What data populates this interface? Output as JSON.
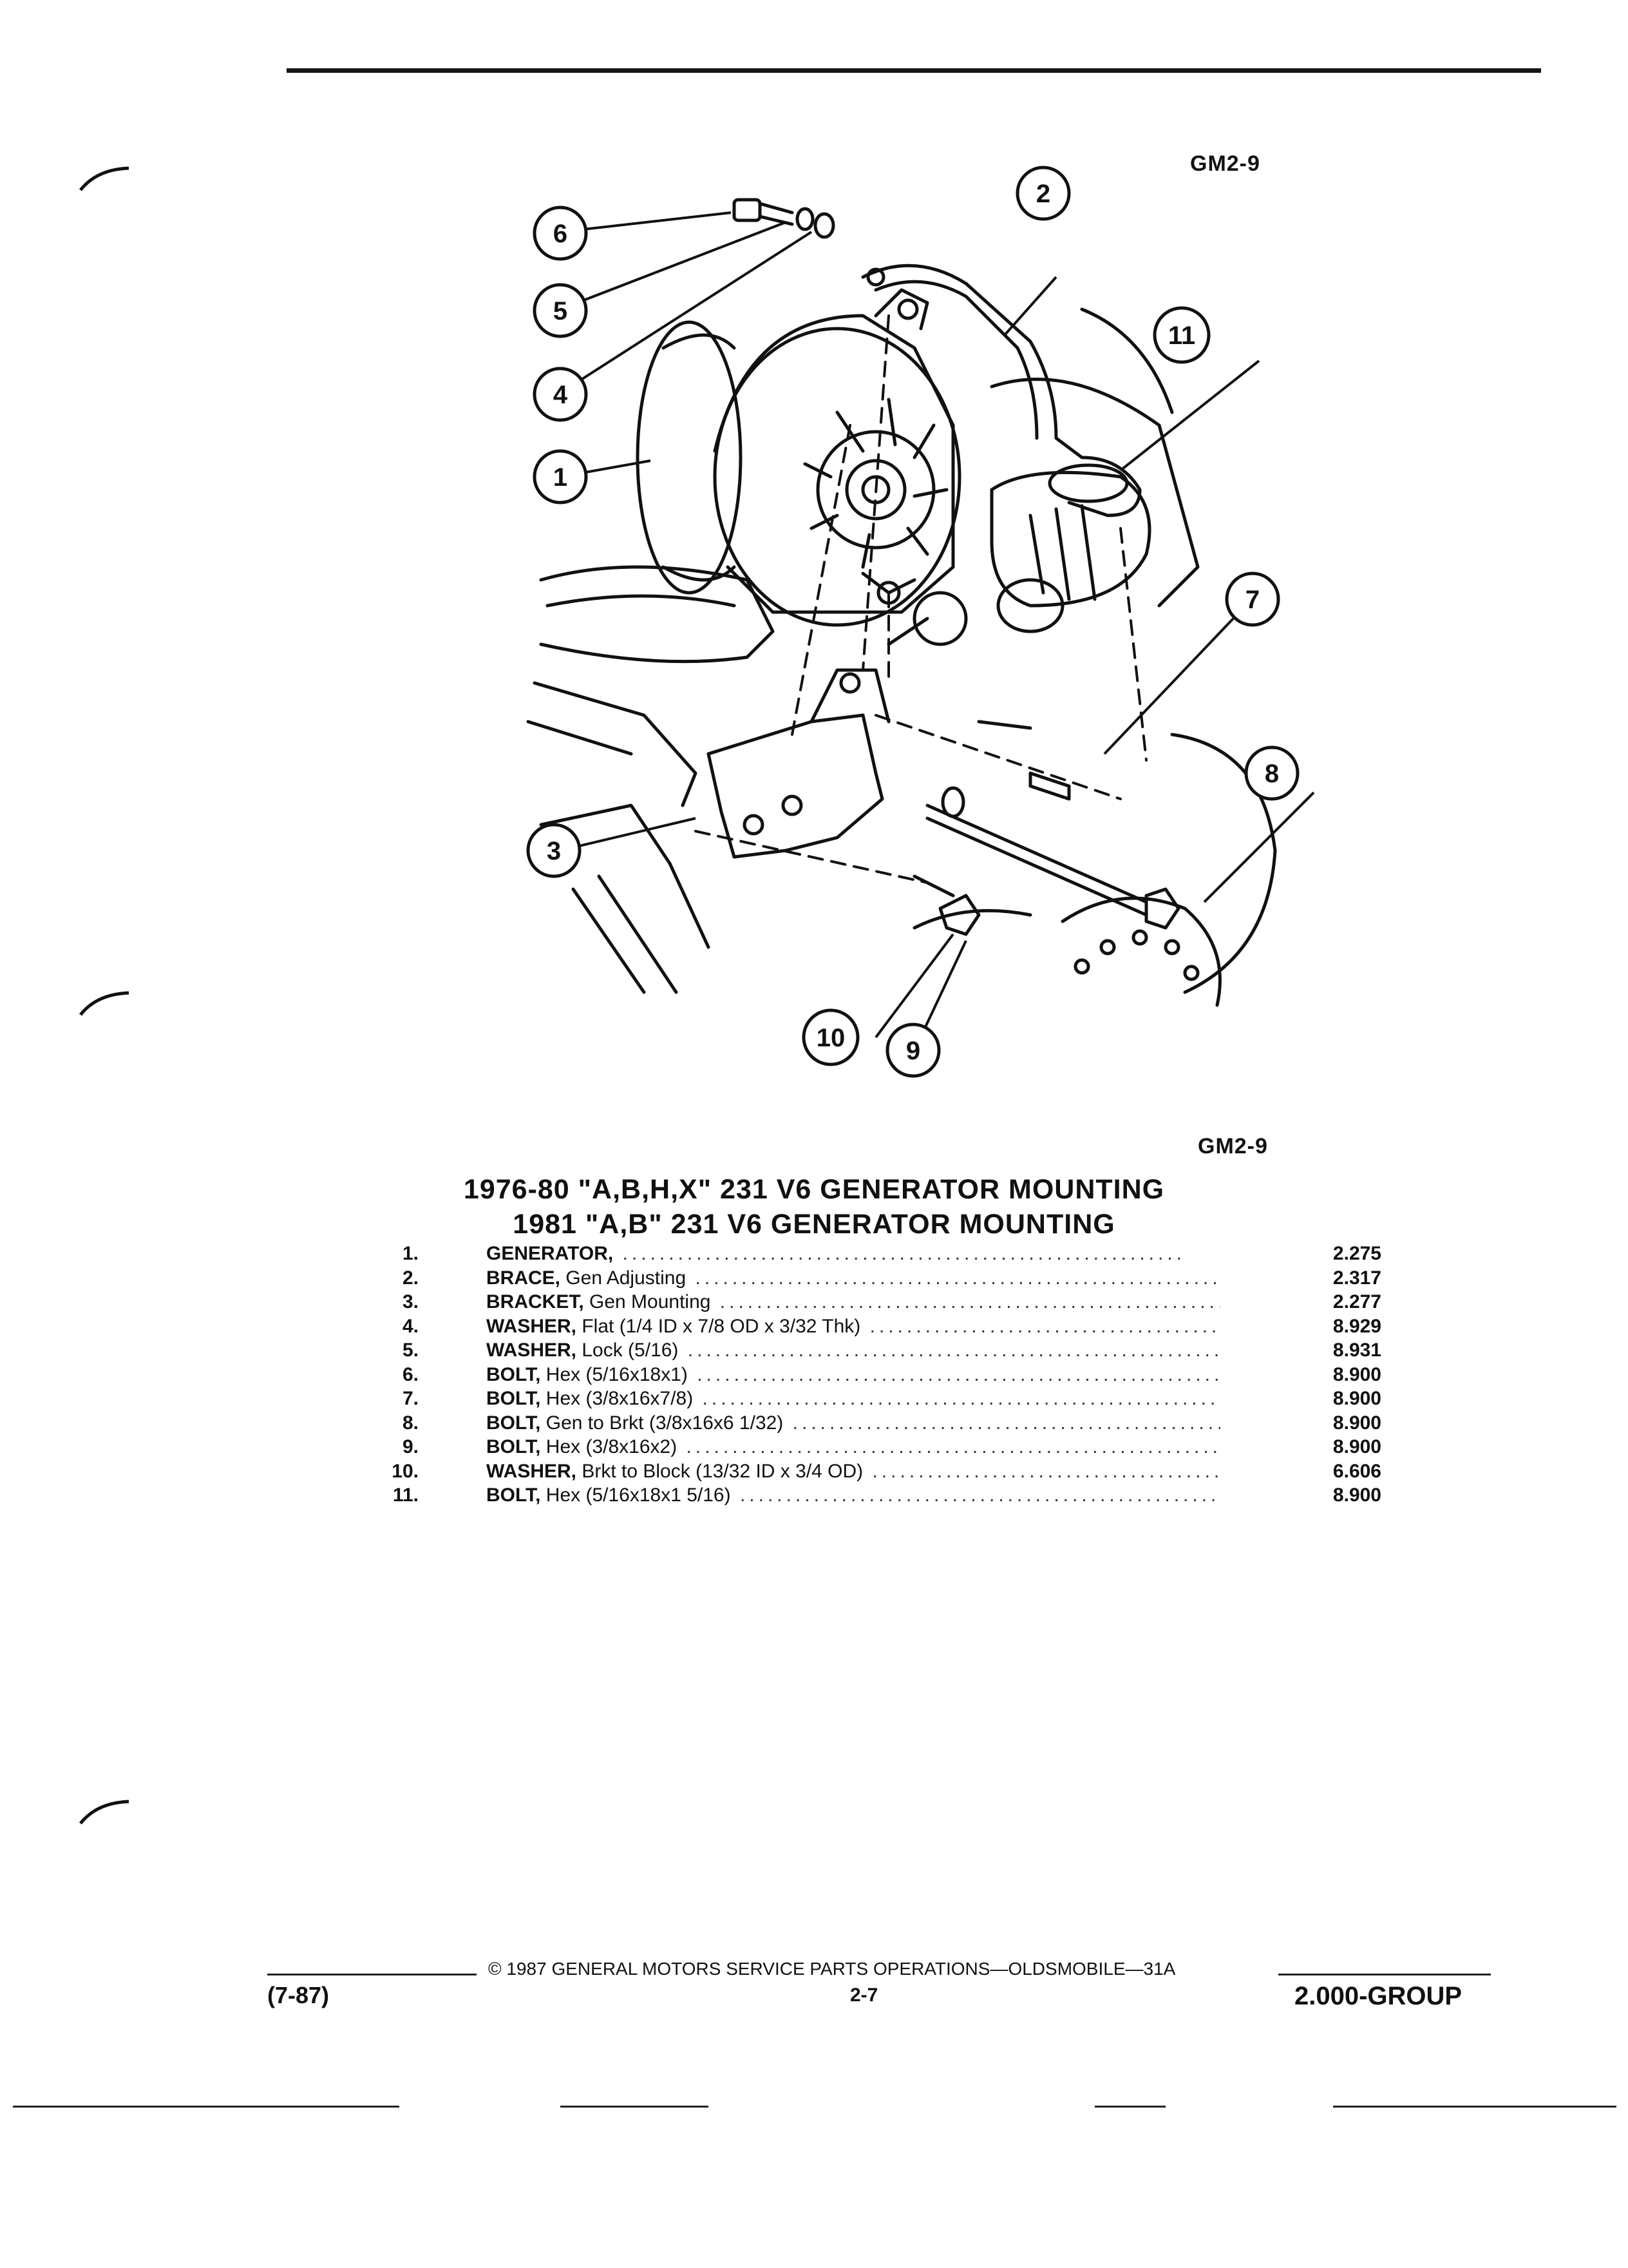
{
  "figure_code_top": "GM2-9",
  "figure_code_bottom": "GM2-9",
  "callouts": [
    "1",
    "2",
    "3",
    "4",
    "5",
    "6",
    "7",
    "8",
    "9",
    "10",
    "11"
  ],
  "title_line1": "1976-80 \"A,B,H,X\" 231 V6 GENERATOR MOUNTING",
  "title_line2": "1981 \"A,B\" 231 V6 GENERATOR MOUNTING",
  "parts": [
    {
      "num": "1.",
      "name": "GENERATOR,",
      "spec": "",
      "code": "2.275"
    },
    {
      "num": "2.",
      "name": "BRACE,",
      "spec": " Gen Adjusting",
      "code": "2.317"
    },
    {
      "num": "3.",
      "name": "BRACKET,",
      "spec": " Gen Mounting",
      "code": "2.277"
    },
    {
      "num": "4.",
      "name": "WASHER,",
      "spec": " Flat (1/4 ID x 7/8 OD x 3/32 Thk)",
      "code": "8.929"
    },
    {
      "num": "5.",
      "name": "WASHER,",
      "spec": " Lock (5/16)",
      "code": "8.931"
    },
    {
      "num": "6.",
      "name": "BOLT,",
      "spec": " Hex (5/16x18x1)",
      "code": "8.900"
    },
    {
      "num": "7.",
      "name": "BOLT,",
      "spec": " Hex (3/8x16x7/8)",
      "code": "8.900"
    },
    {
      "num": "8.",
      "name": "BOLT,",
      "spec": " Gen to Brkt (3/8x16x6 1/32)",
      "code": "8.900"
    },
    {
      "num": "9.",
      "name": "BOLT,",
      "spec": " Hex (3/8x16x2)",
      "code": "8.900"
    },
    {
      "num": "10.",
      "name": "WASHER,",
      "spec": " Brkt to Block (13/32 ID x 3/4 OD)",
      "code": "6.606"
    },
    {
      "num": "11.",
      "name": "BOLT,",
      "spec": " Hex (5/16x18x1 5/16)",
      "code": "8.900"
    }
  ],
  "footer": {
    "date": "(7-87)",
    "copyright": "©  1987  GENERAL MOTORS SERVICE PARTS OPERATIONS—OLDSMOBILE—31A",
    "page": "2-7",
    "group": "2.000-GROUP"
  }
}
